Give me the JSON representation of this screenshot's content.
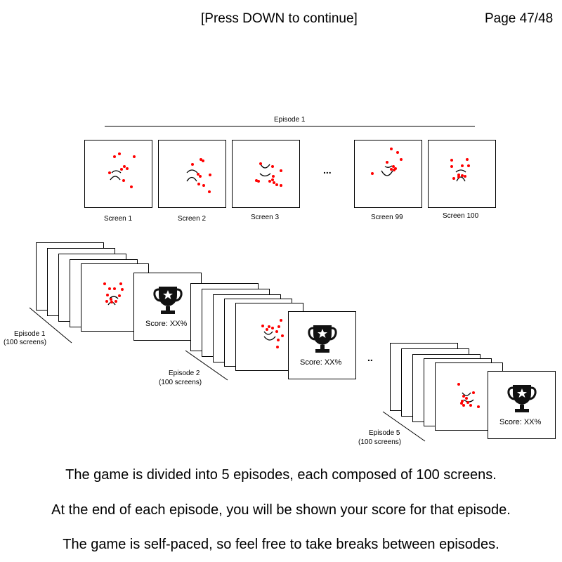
{
  "header": {
    "prompt": "[Press DOWN to continue]",
    "page": "Page 47/48"
  },
  "episode_strip": {
    "title": "Episode 1",
    "screens": [
      "Screen 1",
      "Screen 2",
      "Screen 3",
      "Screen 99",
      "Screen 100"
    ],
    "ellipsis": "..."
  },
  "stacks": [
    {
      "label_line1": "Episode 1",
      "label_line2": "(100 screens)",
      "score": "Score: XX%"
    },
    {
      "label_line1": "Episode 2",
      "label_line2": "(100 screens)",
      "score": "Score: XX%"
    },
    {
      "label_line1": "Episode 5",
      "label_line2": "(100 screens)",
      "score": "Score: XX%"
    }
  ],
  "stack_ellipsis": "..",
  "body": {
    "line1": "The game is divided into 5 episodes, each composed of 100 screens.",
    "line2": "At the end of each episode, you will be shown your score for that episode.",
    "line3": "The game is self-paced, so feel free to take breaks between episodes."
  },
  "colors": {
    "dots": "#ff0000",
    "ink": "#000000"
  },
  "icons": [
    "trophy-icon"
  ]
}
